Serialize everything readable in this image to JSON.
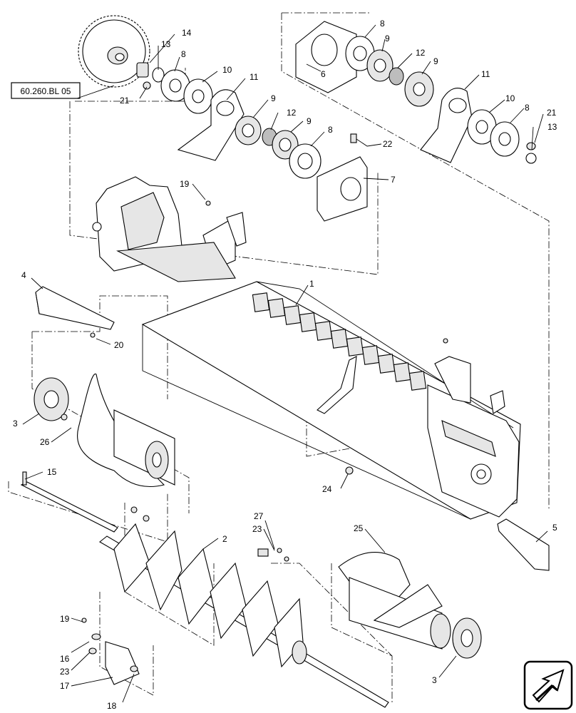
{
  "reference_box": {
    "label": "60.260.BL 05"
  },
  "callouts": [
    {
      "id": "c14a",
      "text": "14"
    },
    {
      "id": "c13a",
      "text": "13"
    },
    {
      "id": "c8a",
      "text": "8"
    },
    {
      "id": "c10a",
      "text": "10"
    },
    {
      "id": "c11a",
      "text": "11"
    },
    {
      "id": "c21a",
      "text": "21"
    },
    {
      "id": "c9a",
      "text": "9"
    },
    {
      "id": "c12a",
      "text": "12"
    },
    {
      "id": "c9b",
      "text": "9"
    },
    {
      "id": "c8b",
      "text": "8"
    },
    {
      "id": "c22",
      "text": "22"
    },
    {
      "id": "c7",
      "text": "7"
    },
    {
      "id": "c8c",
      "text": "8"
    },
    {
      "id": "c9c",
      "text": "9"
    },
    {
      "id": "c6",
      "text": "6"
    },
    {
      "id": "c12b",
      "text": "12"
    },
    {
      "id": "c9d",
      "text": "9"
    },
    {
      "id": "c11b",
      "text": "11"
    },
    {
      "id": "c10b",
      "text": "10"
    },
    {
      "id": "c8d",
      "text": "8"
    },
    {
      "id": "c21b",
      "text": "21"
    },
    {
      "id": "c13b",
      "text": "13"
    },
    {
      "id": "c19a",
      "text": "19"
    },
    {
      "id": "c1",
      "text": "1"
    },
    {
      "id": "c4",
      "text": "4"
    },
    {
      "id": "c20",
      "text": "20"
    },
    {
      "id": "c3a",
      "text": "3"
    },
    {
      "id": "c26",
      "text": "26"
    },
    {
      "id": "c15",
      "text": "15"
    },
    {
      "id": "c24",
      "text": "24"
    },
    {
      "id": "c27",
      "text": "27"
    },
    {
      "id": "c23a",
      "text": "23"
    },
    {
      "id": "c2",
      "text": "2"
    },
    {
      "id": "c25",
      "text": "25"
    },
    {
      "id": "c5",
      "text": "5"
    },
    {
      "id": "c19b",
      "text": "19"
    },
    {
      "id": "c16",
      "text": "16"
    },
    {
      "id": "c23b",
      "text": "23"
    },
    {
      "id": "c17",
      "text": "17"
    },
    {
      "id": "c18",
      "text": "18"
    },
    {
      "id": "c3b",
      "text": "3"
    }
  ],
  "nav_icon": {
    "name": "arrow-icon"
  }
}
